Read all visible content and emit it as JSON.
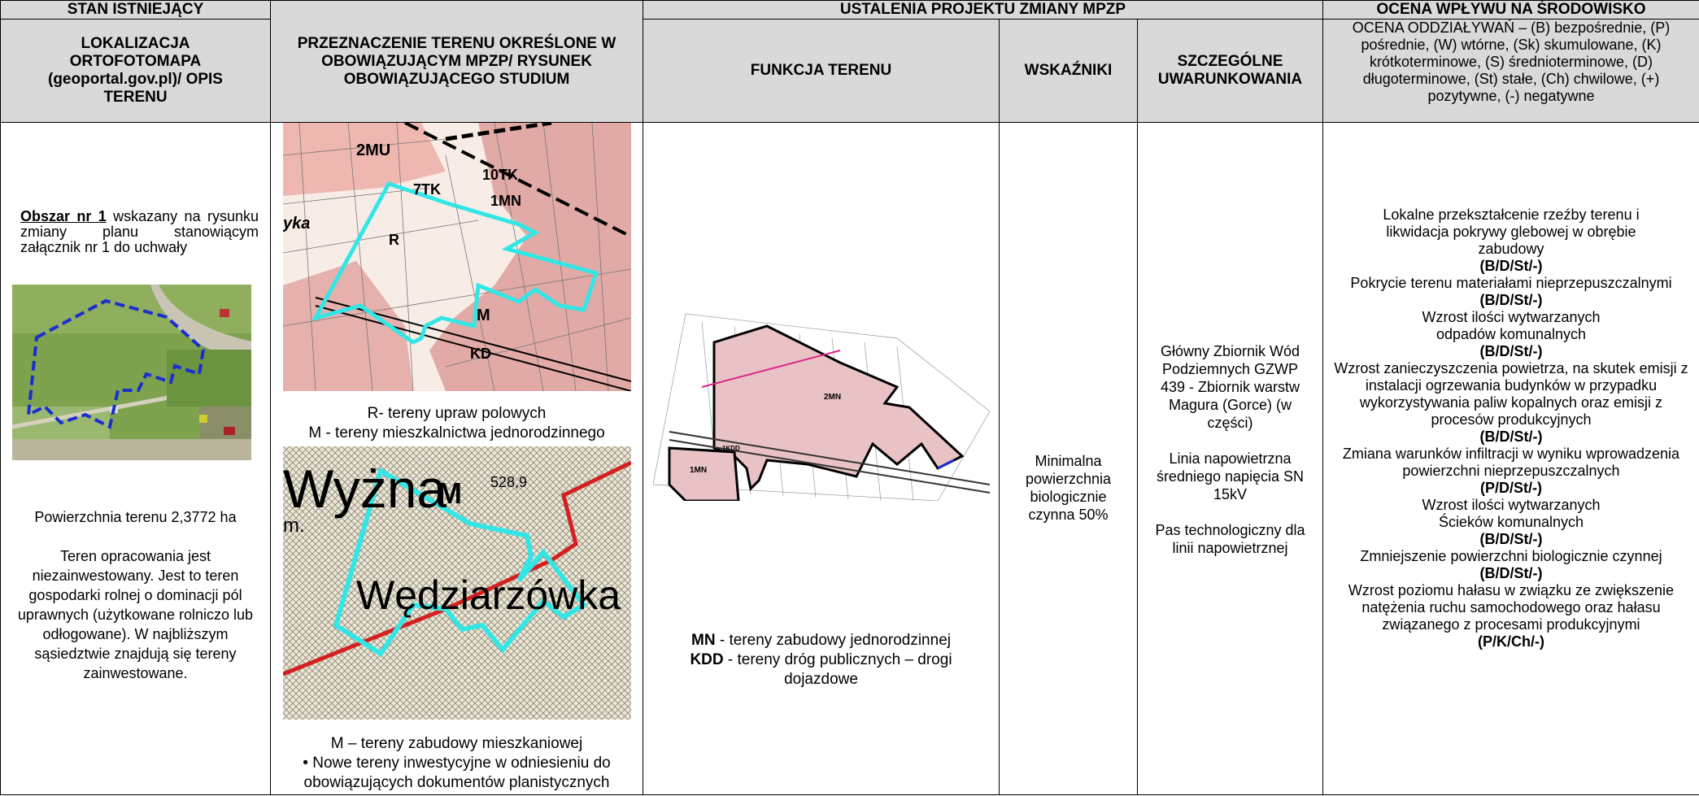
{
  "header": {
    "stan": "STAN ISTNIEJĄCY",
    "lokalizacja": "LOKALIZACJA ORTOFOTOMAPA (geoportal.gov.pl)/ OPIS TERENU",
    "przeznaczenie": "PRZEZNACZENIE TERENU OKREŚLONE W OBOWIĄZUJĄCYM MPZP/ RYSUNEK OBOWIĄZUJĄCEGO STUDIUM",
    "ustalenia": "USTALENIA PROJEKTU ZMIANY MPZP",
    "funkcja": "FUNKCJA TERENU",
    "wskazniki": "WSKAŹNIKI",
    "szczegolne": "SZCZEGÓLNE UWARUNKOWANIA",
    "ocena": "OCENA WPŁYWU NA ŚRODOWISKO",
    "ocena_sub": "OCENA ODDZIAŁYWAŃ – (B) bezpośrednie, (P) pośrednie, (W) wtórne, (Sk) skumulowane, (K) krótkoterminowe, (S) średnioterminowe, (D) długoterminowe, (St) stałe, (Ch) chwilowe, (+) pozytywne, (-) negatywne"
  },
  "col1": {
    "obszar_bold": "Obszar nr 1",
    "obszar_rest": " wskazany na rysunku zmiany planu stanowiącym załącznik nr 1 do uchwały",
    "powierzchnia": "Powierzchnia terenu 2,3772 ha",
    "opis": "Teren opracowania jest niezainwestowany. Jest to teren gospodarki rolnej o dominacji pól uprawnych (użytkowane rolniczo lub odłogowane). W najbliższym sąsiedztwie znajdują się tereny zainwestowane."
  },
  "col2": {
    "map1_labels": [
      "2MU",
      "7TK",
      "10TK",
      "1MN",
      "R",
      "M",
      "KD",
      "yka"
    ],
    "legend1_line1": "R- tereny upraw polowych",
    "legend1_line2": "M - tereny mieszkalnictwa jednorodzinnego",
    "map2_labels": [
      "Wyżna",
      "528,9",
      "M",
      "Wędziarzówka",
      "m."
    ],
    "legend2_line1": "M – tereny zabudowy mieszkaniowej",
    "legend2_line2": "•  Nowe tereny inwestycyjne w odniesieniu do obowiązujących dokumentów planistycznych"
  },
  "col3": {
    "plan_labels": [
      "2MN",
      "1MN",
      "1KDD"
    ],
    "mn_code": "MN",
    "mn_text": " - tereny zabudowy jednorodzinnej",
    "kdd_code": "KDD",
    "kdd_text": " - tereny dróg publicznych – drogi dojazdowe"
  },
  "col4": {
    "wskaznik": "Minimalna powierzchnia biologicznie czynna 50%"
  },
  "col5": {
    "p1": "Główny Zbiornik Wód Podziemnych GZWP 439 - Zbiornik warstw Magura (Gorce) (w części)",
    "p2": "Linia napowietrzna średniego napięcia SN 15kV",
    "p3": "Pas technologiczny dla linii napowietrznej"
  },
  "col6": {
    "effects": [
      {
        "text": "Lokalne przekształcenie rzeźby terenu i likwidacja pokrywy glebowej w obrębie zabudowy",
        "code": "(B/D/St/-)"
      },
      {
        "text": "Pokrycie terenu materiałami nieprzepuszczalnymi",
        "code": "(B/D/St/-)"
      },
      {
        "text": "Wzrost ilości wytwarzanych odpadów komunalnych",
        "code": "(B/D/St/-)"
      },
      {
        "text": "Wzrost zanieczyszczenia powietrza, na skutek emisji z instalacji ogrzewania budynków w przypadku wykorzystywania paliw kopalnych oraz emisji z procesów produkcyjnych",
        "code": "(B/D/St/-)"
      },
      {
        "text": "Zmiana warunków infiltracji w wyniku wprowadzenia powierzchni nieprzepuszczalnych",
        "code": "(P/D/St/-)"
      },
      {
        "text": "Wzrost ilości wytwarzanych Ścieków komunalnych",
        "code": "(B/D/St/-)"
      },
      {
        "text": "Zmniejszenie powierzchni biologicznie czynnej",
        "code": "(B/D/St/-)"
      },
      {
        "text": "Wzrost poziomu hałasu w związku ze zwiększenie natężenia ruchu samochodowego oraz hałasu związanego z procesami produkcyjnymi",
        "code": "(P/K/Ch/-)"
      }
    ]
  },
  "colors": {
    "header_bg": "#d9d9d9",
    "zone_pink": "#e8b4b4",
    "outline_cyan": "#33e6e6",
    "outline_blue": "#1a2fd0",
    "road_red": "#d42020"
  }
}
